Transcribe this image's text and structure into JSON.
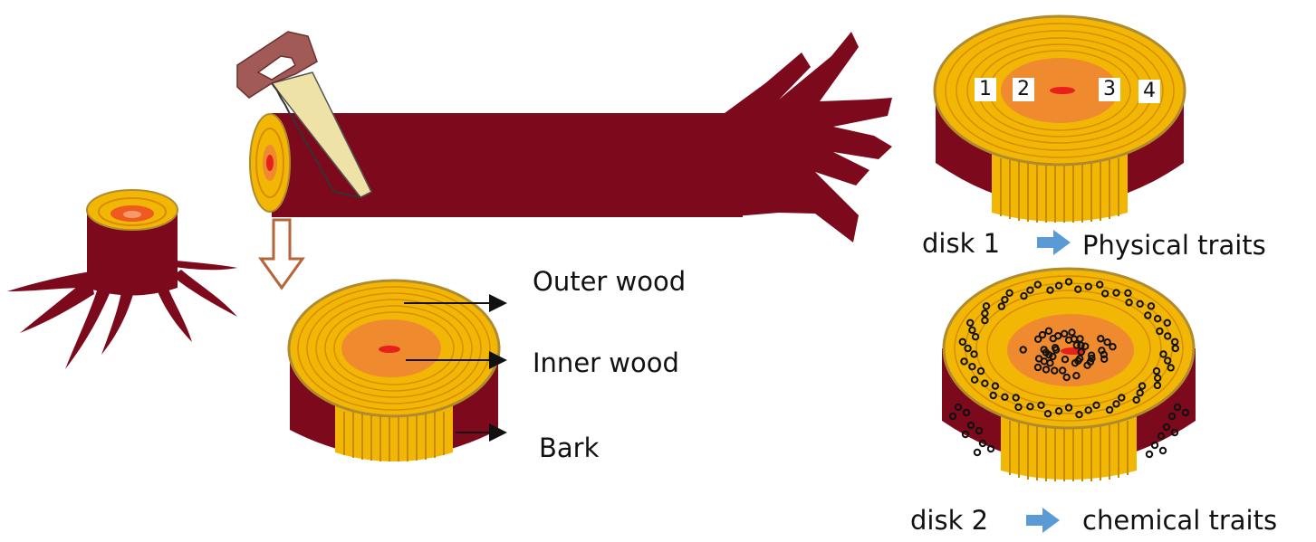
{
  "labels": {
    "outer_wood": "Outer wood",
    "inner_wood": "Inner wood",
    "bark": "Bark"
  },
  "disks": [
    {
      "name": "disk 1",
      "trait": "Physical traits",
      "section_numbers": [
        "1",
        "2",
        "3",
        "4"
      ]
    },
    {
      "name": "disk 2",
      "trait": "chemical traits"
    }
  ],
  "colors": {
    "bark": "#7d0a1c",
    "wood": "#f2b705",
    "ring": "#d98c00",
    "inner_wood": "#ef8a2e",
    "pith": "#e8201a",
    "arrow": "#5b9bd5",
    "hollow_arrow": "#b5653a",
    "saw_handle": "#a25a57",
    "saw_blade": "#efe2a6"
  }
}
